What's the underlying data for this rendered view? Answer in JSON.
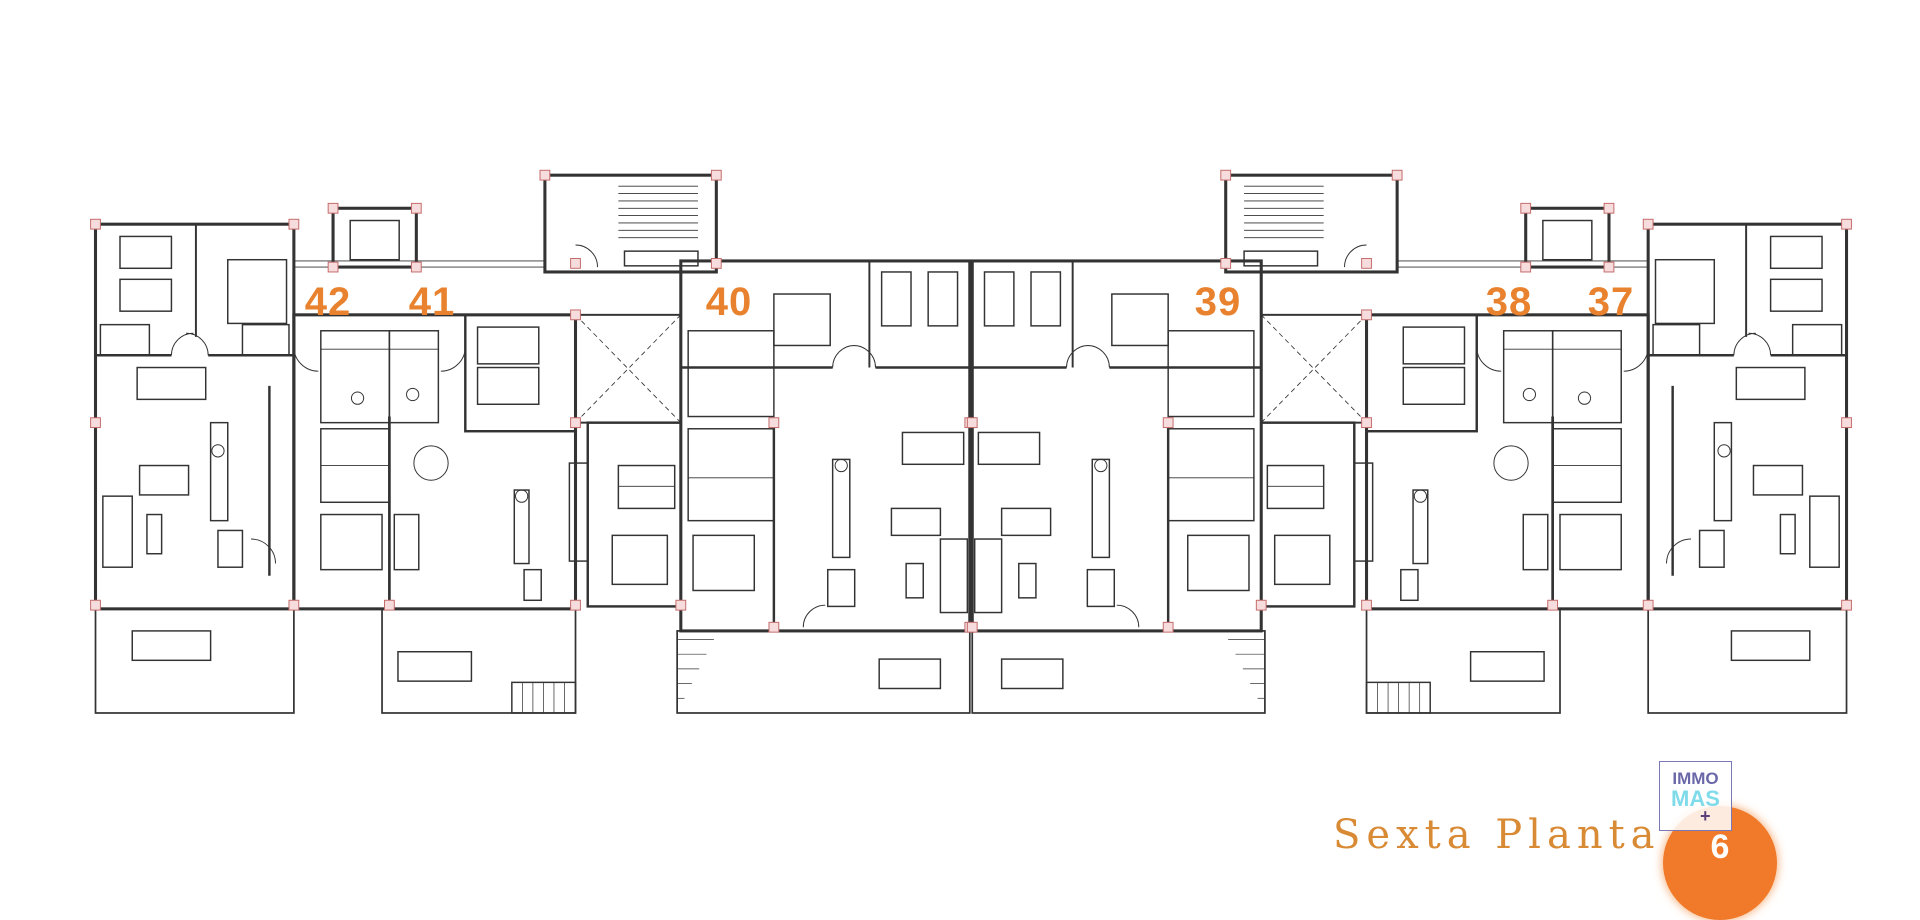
{
  "floor_plan": {
    "units": [
      {
        "number": "42"
      },
      {
        "number": "41"
      },
      {
        "number": "40"
      },
      {
        "number": "39"
      },
      {
        "number": "38"
      },
      {
        "number": "37"
      }
    ],
    "floor_title": "Sexta Planta",
    "floor_number": "6",
    "colors": {
      "unit_label": "#e8822e",
      "walls": "#333333",
      "columns": "#c46a6a",
      "badge": "#f07a2a"
    }
  },
  "logo": {
    "line1": "IMMO",
    "line2": "MAS",
    "plus": "+"
  }
}
